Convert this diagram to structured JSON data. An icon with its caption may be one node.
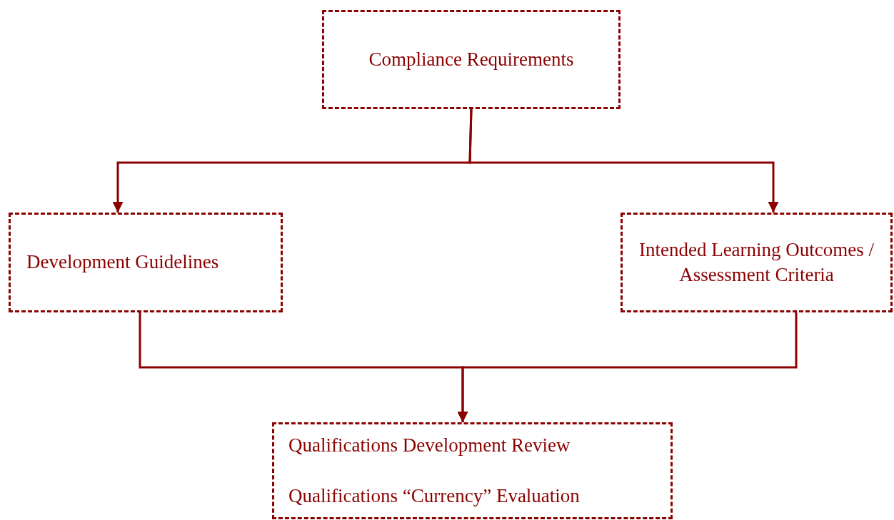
{
  "diagram": {
    "nodes": [
      {
        "text": [
          "Compliance Requirements"
        ]
      },
      {
        "text": [
          "Development Guidelines"
        ]
      },
      {
        "text": [
          "Intended Learning Outcomes / Assessment Criteria"
        ]
      },
      {
        "text": [
          "Qualifications Development Review",
          "Qualifications “Currency” Evaluation"
        ]
      }
    ],
    "edges": [
      {
        "from": 0,
        "to": 1,
        "arrow": "to"
      },
      {
        "from": 0,
        "to": 2,
        "arrow": "to"
      },
      {
        "from": 1,
        "to": 3,
        "arrow": "to"
      },
      {
        "from": 2,
        "to": 3,
        "arrow": "to"
      }
    ]
  }
}
